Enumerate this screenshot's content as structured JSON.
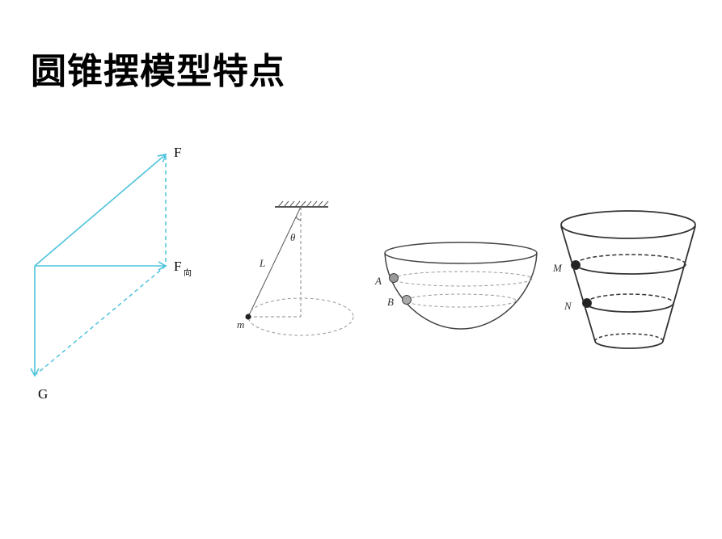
{
  "title": "圆锥摆模型特点",
  "force_diagram": {
    "labels": {
      "F": "F",
      "F_net": "F",
      "F_net_sub": "向",
      "G": "G"
    },
    "color": "#4ec3dc"
  },
  "pendulum": {
    "theta": "θ",
    "length": "L",
    "mass": "m"
  },
  "bowl": {
    "ball_a": "A",
    "ball_b": "B"
  },
  "cone": {
    "ball_m": "M",
    "ball_n": "N"
  }
}
